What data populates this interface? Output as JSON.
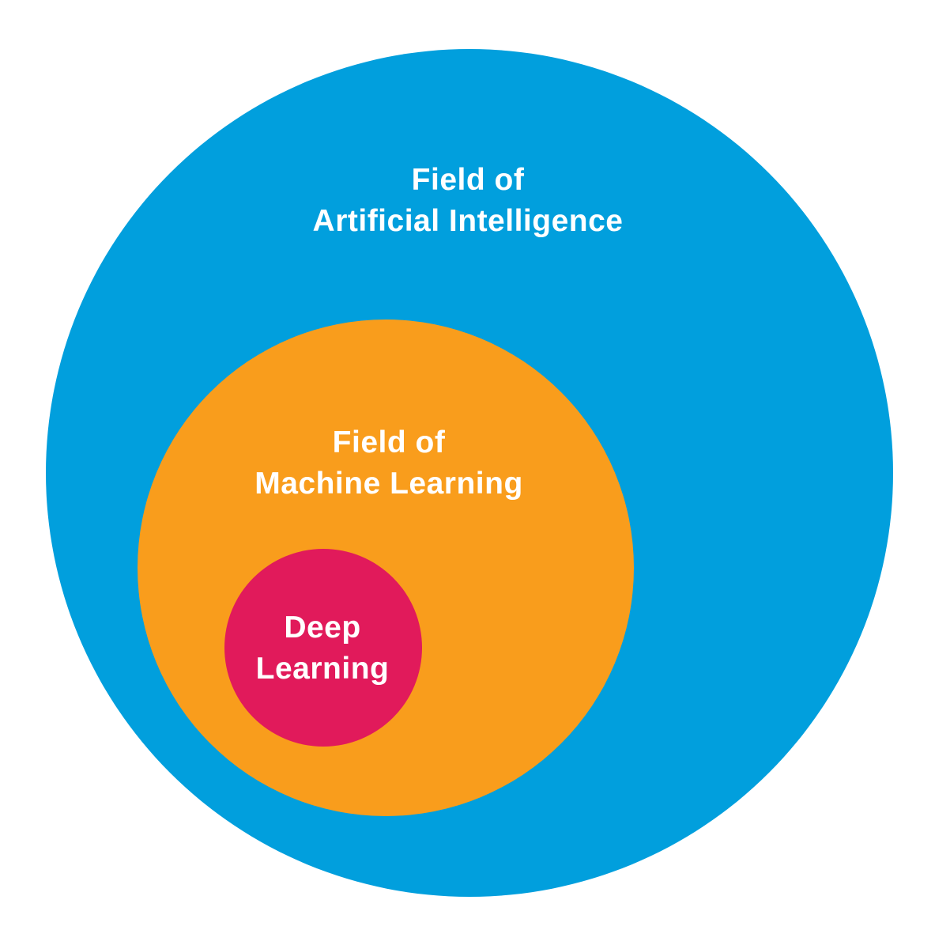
{
  "diagram": {
    "type": "nested-circles",
    "background_color": "#ffffff",
    "label_text_color": "#ffffff",
    "sets": {
      "ai": {
        "line1": "Field of",
        "line2": "Artificial Intelligence",
        "color": "#019fdd"
      },
      "ml": {
        "line1": "Field of",
        "line2": "Machine Learning",
        "color": "#f99d1c"
      },
      "dl": {
        "line1": "Deep",
        "line2": "Learning",
        "color": "#e11a5b"
      }
    }
  }
}
